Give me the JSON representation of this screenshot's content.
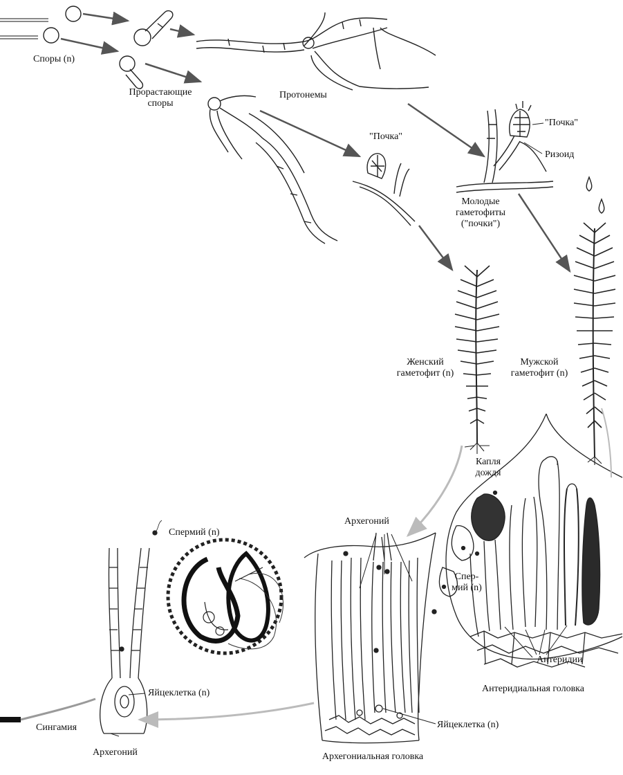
{
  "labels": {
    "spores": "Споры (n)",
    "germinating_spores": "Прорастающие споры",
    "protonema": "Протонемы",
    "bud_top": "\"Почка\"",
    "bud_mid": "\"Почка\"",
    "rhizoid": "Ризоид",
    "young_gametophytes": "Молодые гаметофиты (\"почки\")",
    "female_gametophyte": "Женский гаметофит (n)",
    "male_gametophyte": "Мужской гаметофит (n)",
    "raindrop": "Капля дождя",
    "archegonium_top": "Архегоний",
    "sperm_left": "Спермий (n)",
    "sperm_right": "Спер- мий (n)",
    "antheridia": "Антеридии",
    "antheridial_head": "Антеридиальная головка",
    "egg_left": "Яйцеклетка (n)",
    "egg_right": "Яйцеклетка (n)",
    "syngamy": "Сингамия",
    "archegonium_bottom": "Архегоний",
    "archegonial_head": "Архегониальная головка"
  },
  "colors": {
    "ink": "#111111",
    "arrow": "#6b6b6b",
    "faint_arrow": "#bdbdbd",
    "stipple": "#555555"
  }
}
